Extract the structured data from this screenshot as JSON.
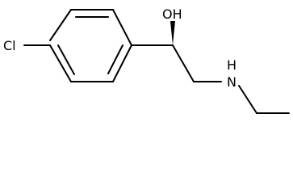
{
  "structure": {
    "atom_labels": {
      "chlorine": "Cl",
      "hydroxyl": "OH",
      "amine": "H\nN",
      "amine_n": "N",
      "amine_h": "H"
    },
    "stereo": {
      "carbinol_bond": "wedge"
    }
  }
}
